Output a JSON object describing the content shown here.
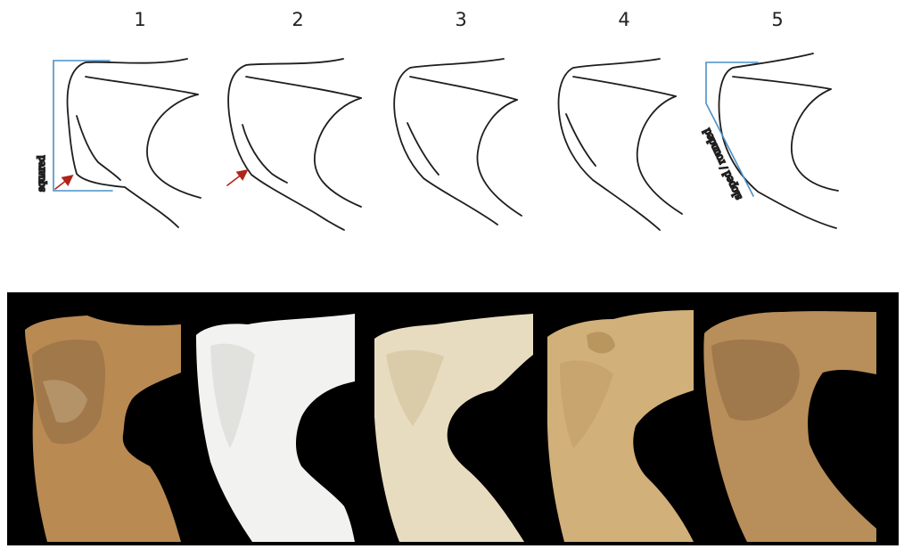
{
  "stages": [
    {
      "number": "1"
    },
    {
      "number": "2"
    },
    {
      "number": "3"
    },
    {
      "number": "4"
    },
    {
      "number": "5"
    }
  ],
  "annotations": {
    "squared_label": "squared",
    "sloped_label": "sloped / rounded"
  },
  "colors": {
    "outline": "#1e1e1e",
    "guide_line": "#4a90c8",
    "arrow": "#b0241a",
    "photo_background": "#000000",
    "bone_stage1": "#b98a52",
    "bone_stage2": "#f2f2f0",
    "bone_stage3": "#e8dcc0",
    "bone_stage4": "#d2b07a",
    "bone_stage5": "#b88e5a"
  }
}
